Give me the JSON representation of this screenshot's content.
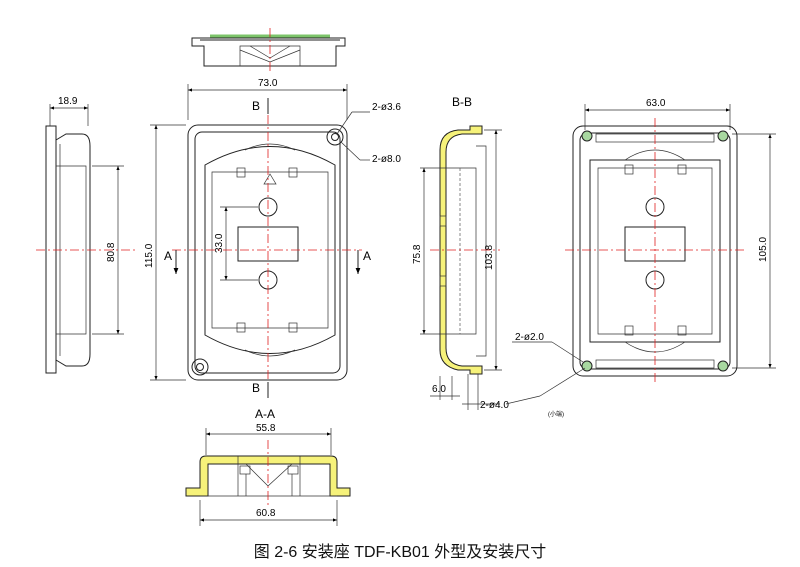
{
  "caption": "图 2-6   安装座 TDF-KB01 外型及安装尺寸",
  "dimensions": {
    "front_width": "73.0",
    "front_height": "115.0",
    "hole_small": "2-ø3.6",
    "hole_large": "2-ø8.0",
    "center_spacing": "33.0",
    "side_depth": "18.9",
    "side_height": "80.8",
    "section_bb_inner": "75.8",
    "section_bb_outer": "103.8",
    "section_bb_lip": "6.0",
    "section_bb_hole": "2-ø4.0",
    "rear_width": "63.0",
    "rear_height": "105.0",
    "rear_hole": "2-ø2.0",
    "section_aa_inner": "55.8",
    "section_aa_outer": "60.8"
  },
  "labels": {
    "cut_b": "B",
    "cut_a": "A",
    "section_bb": "B-B",
    "section_aa": "A-A",
    "small_note": "(小端)"
  },
  "colors": {
    "outline": "#222222",
    "centerline": "#e02020",
    "section_fill": "#f6f27a",
    "hole_fill": "#a8d8a0"
  }
}
